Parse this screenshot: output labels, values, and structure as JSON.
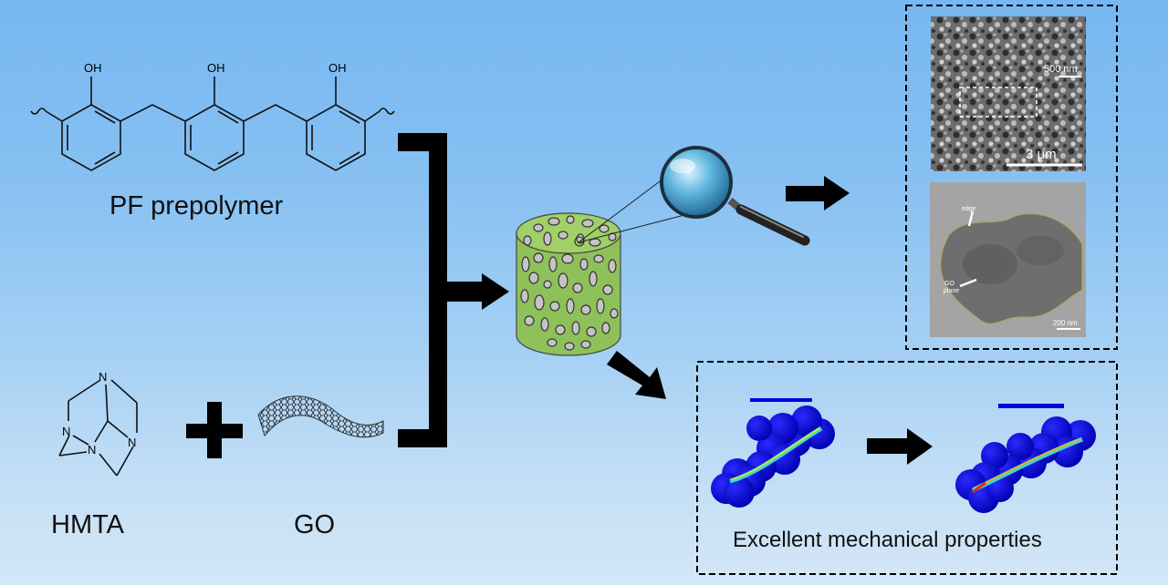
{
  "labels": {
    "pf": "PF prepolymer",
    "hmta": "HMTA",
    "go": "GO",
    "mech": "Excellent mechanical properties"
  },
  "chem": {
    "oh": "OH",
    "n": "N"
  },
  "micro": {
    "sem_scale_small": "500 nm",
    "sem_scale_large": "3 μm",
    "tem_edge": "edge",
    "tem_go": "GO",
    "tem_plane": "plane",
    "tem_scale": "200 nm"
  },
  "colors": {
    "arrow": "#000000",
    "cylinder": "#8fc15a",
    "sim_blue": "#0000dd"
  }
}
